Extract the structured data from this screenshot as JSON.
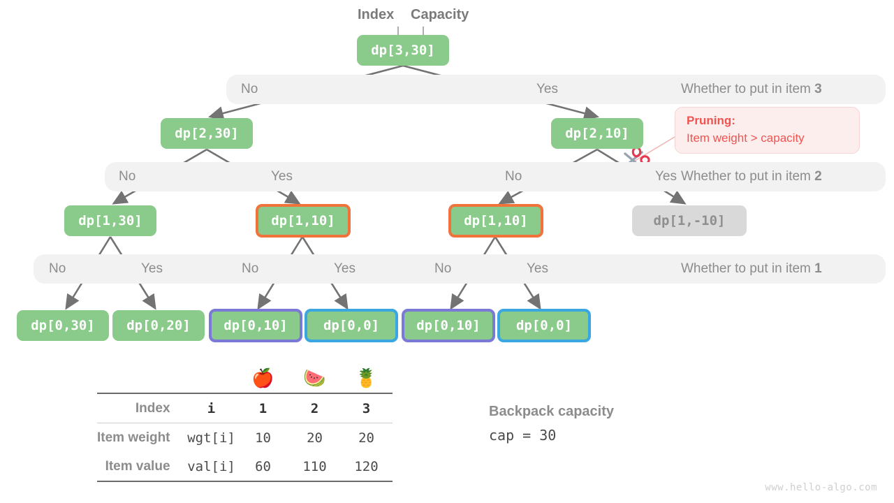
{
  "headers": {
    "index_label": "Index",
    "capacity_label": "Capacity"
  },
  "tree": {
    "root": {
      "label": "dp[3,30]"
    },
    "level2": [
      {
        "label": "dp[2,30]"
      },
      {
        "label": "dp[2,10]"
      }
    ],
    "level3": [
      {
        "label": "dp[1,30]"
      },
      {
        "label": "dp[1,10]"
      },
      {
        "label": "dp[1,10]"
      },
      {
        "label": "dp[1,-10]"
      }
    ],
    "leaves": [
      {
        "label": "dp[0,30]"
      },
      {
        "label": "dp[0,20]"
      },
      {
        "label": "dp[0,10]"
      },
      {
        "label": "dp[0,0]"
      },
      {
        "label": "dp[0,10]"
      },
      {
        "label": "dp[0,0]"
      }
    ]
  },
  "bands": {
    "row1": {
      "no": "No",
      "yes": "Yes",
      "question_prefix": "Whether to put in item ",
      "question_item": "3"
    },
    "row2": {
      "no_left": "No",
      "yes_left": "Yes",
      "no_right": "No",
      "yes_right": "Yes",
      "question_prefix": "Whether to put in item ",
      "question_item": "2"
    },
    "row3": {
      "no_1": "No",
      "yes_1": "Yes",
      "no_2": "No",
      "yes_2": "Yes",
      "no_3": "No",
      "yes_3": "Yes",
      "question_prefix": "Whether to put in item ",
      "question_item": "1"
    }
  },
  "callout": {
    "title": "Pruning",
    "colon": ":",
    "body": "Item weight > capacity"
  },
  "table": {
    "emojis": [
      "🍎",
      "🍉",
      "🍍"
    ],
    "rows": [
      {
        "label": "Index",
        "key": "i",
        "values": [
          "1",
          "2",
          "3"
        ]
      },
      {
        "label": "Item weight",
        "key": "wgt[i]",
        "values": [
          "10",
          "20",
          "20"
        ]
      },
      {
        "label": "Item value",
        "key": "val[i]",
        "values": [
          "60",
          "110",
          "120"
        ]
      }
    ]
  },
  "capacity_note": {
    "title": "Backpack capacity",
    "value": "cap = 30"
  },
  "watermark": "www.hello-algo.com",
  "colors": {
    "node_green": "#8aca8a",
    "node_dim": "#d9d9d9",
    "border_orange": "#f0733c",
    "border_purple": "#7b79d6",
    "border_blue": "#3ba7e0",
    "band_grey": "#f2f2f2",
    "edge_grey": "#737373",
    "callout_red": "#ef5350",
    "text_grey": "#8c8c8c"
  },
  "icons": {
    "scissors": "scissors-icon"
  }
}
